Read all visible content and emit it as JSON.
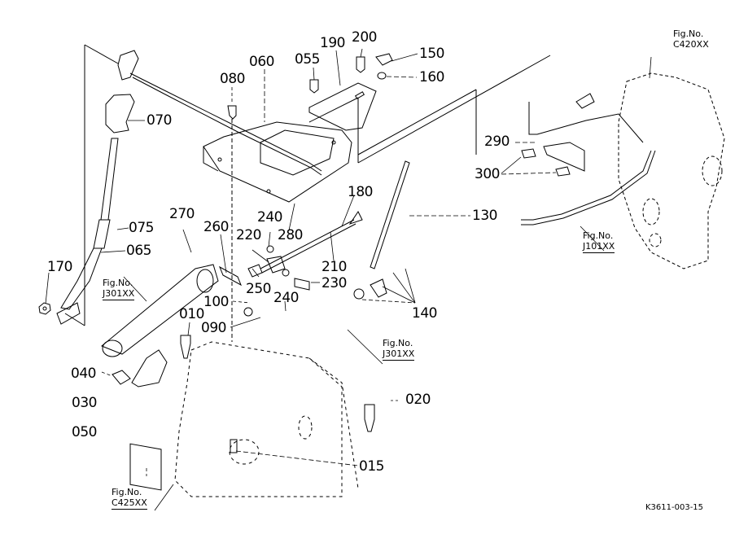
{
  "diagram": {
    "type": "exploded-parts-diagram",
    "document_id": "K3611-003-15",
    "part_labels": [
      "200",
      "190",
      "150",
      "060",
      "055",
      "160",
      "080",
      "070",
      "290",
      "300",
      "180",
      "270",
      "240",
      "260",
      "130",
      "220",
      "280",
      "075",
      "065",
      "210",
      "170",
      "230",
      "250",
      "140",
      "100",
      "240",
      "010",
      "090",
      "040",
      "030",
      "020",
      "050",
      "015"
    ],
    "figure_refs": [
      {
        "caption": "Fig.No.",
        "code": "C420XX"
      },
      {
        "caption": "Fig.No.",
        "code": "J101XX"
      },
      {
        "caption": "Fig.No.",
        "code": "J301XX"
      },
      {
        "caption": "Fig.No.",
        "code": "J301XX"
      },
      {
        "caption": "Fig.No.",
        "code": "C425XX"
      }
    ]
  },
  "colors": {
    "line": "#000000",
    "background": "#ffffff"
  }
}
